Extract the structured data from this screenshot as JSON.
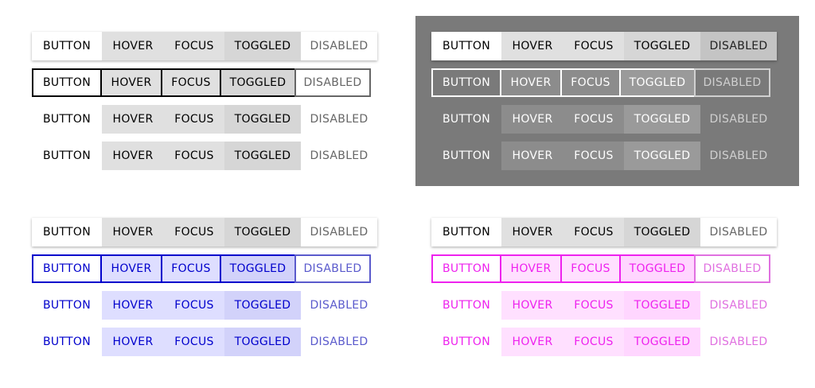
{
  "labels": [
    "BUTTON",
    "HOVER",
    "FOCUS",
    "TOGGLED",
    "DISABLED"
  ],
  "themes": {
    "light": {
      "text": "#000000",
      "disabled": "#666666",
      "border": "#000000",
      "bg_raised": "#ffffff",
      "bg_hover": "#e0e0e0",
      "bg_focus": "#e0e0e0",
      "bg_toggled": "#d6d6d6",
      "bg_disabled": "#ffffff"
    },
    "dark": {
      "panel_bg": "#7a7a7a",
      "text": "#ffffff",
      "disabled": "#d0d0d0",
      "border": "#ffffff",
      "bg_raised": "#ffffff",
      "bg_hover": "#8c8c8c",
      "bg_focus": "#8c8c8c",
      "bg_toggled": "#9a9a9a",
      "bg_disabled": "#c4c4c4"
    },
    "blue": {
      "text": "#0000cc",
      "disabled": "#5a5acc",
      "border": "#0000cc",
      "bg_hover": "#dedeff",
      "bg_focus": "#dedeff",
      "bg_toggled": "#d2d2fa"
    },
    "magenta": {
      "text": "#ee22ee",
      "disabled": "#e070e0",
      "border": "#ee22ee",
      "bg_hover": "#ffe0ff",
      "bg_focus": "#ffe0ff",
      "bg_toggled": "#ffd6ff"
    }
  }
}
